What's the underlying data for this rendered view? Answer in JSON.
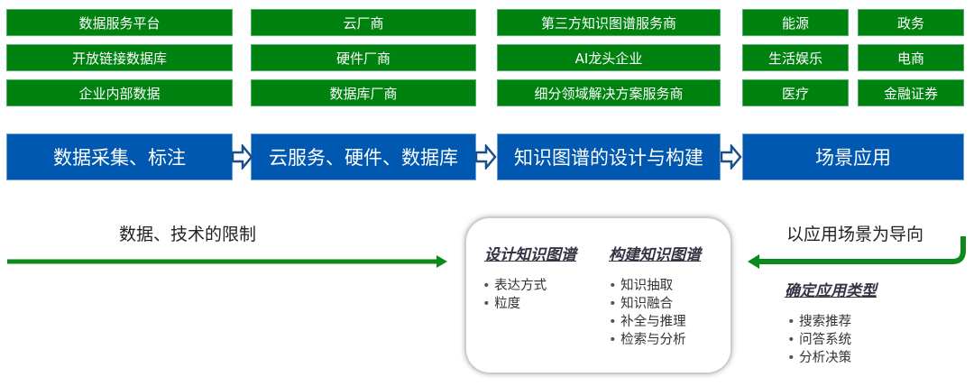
{
  "columns": [
    {
      "items": [
        "数据服务平台",
        "开放链接数据库",
        "企业内部数据"
      ],
      "stage": "数据采集、标注"
    },
    {
      "items": [
        "云厂商",
        "硬件厂商",
        "数据库厂商"
      ],
      "stage": "云服务、硬件、数据库"
    },
    {
      "items": [
        "第三方知识图谱服务商",
        "AI龙头企业",
        "细分领域解决方案服务商"
      ],
      "stage": "知识图谱的设计与构建"
    },
    {
      "items": [
        "能源",
        "政务",
        "生活娱乐",
        "电商",
        "医疗",
        "金融证券"
      ],
      "stage": "场景应用"
    }
  ],
  "bottom": {
    "left_label": "数据、技术的限制",
    "right_label": "以应用场景为导向",
    "design": {
      "title": "设计知识图谱",
      "items": [
        "表达方式",
        "粒度"
      ]
    },
    "build": {
      "title": "构建知识图谱",
      "items": [
        "知识抽取",
        "知识融合",
        "补全与推理",
        "检索与分析"
      ]
    },
    "apply": {
      "title": "确定应用类型",
      "items": [
        "搜索推荐",
        "问答系统",
        "分析决策"
      ]
    }
  },
  "colors": {
    "green": "#008210",
    "blue": "#0058b0"
  }
}
